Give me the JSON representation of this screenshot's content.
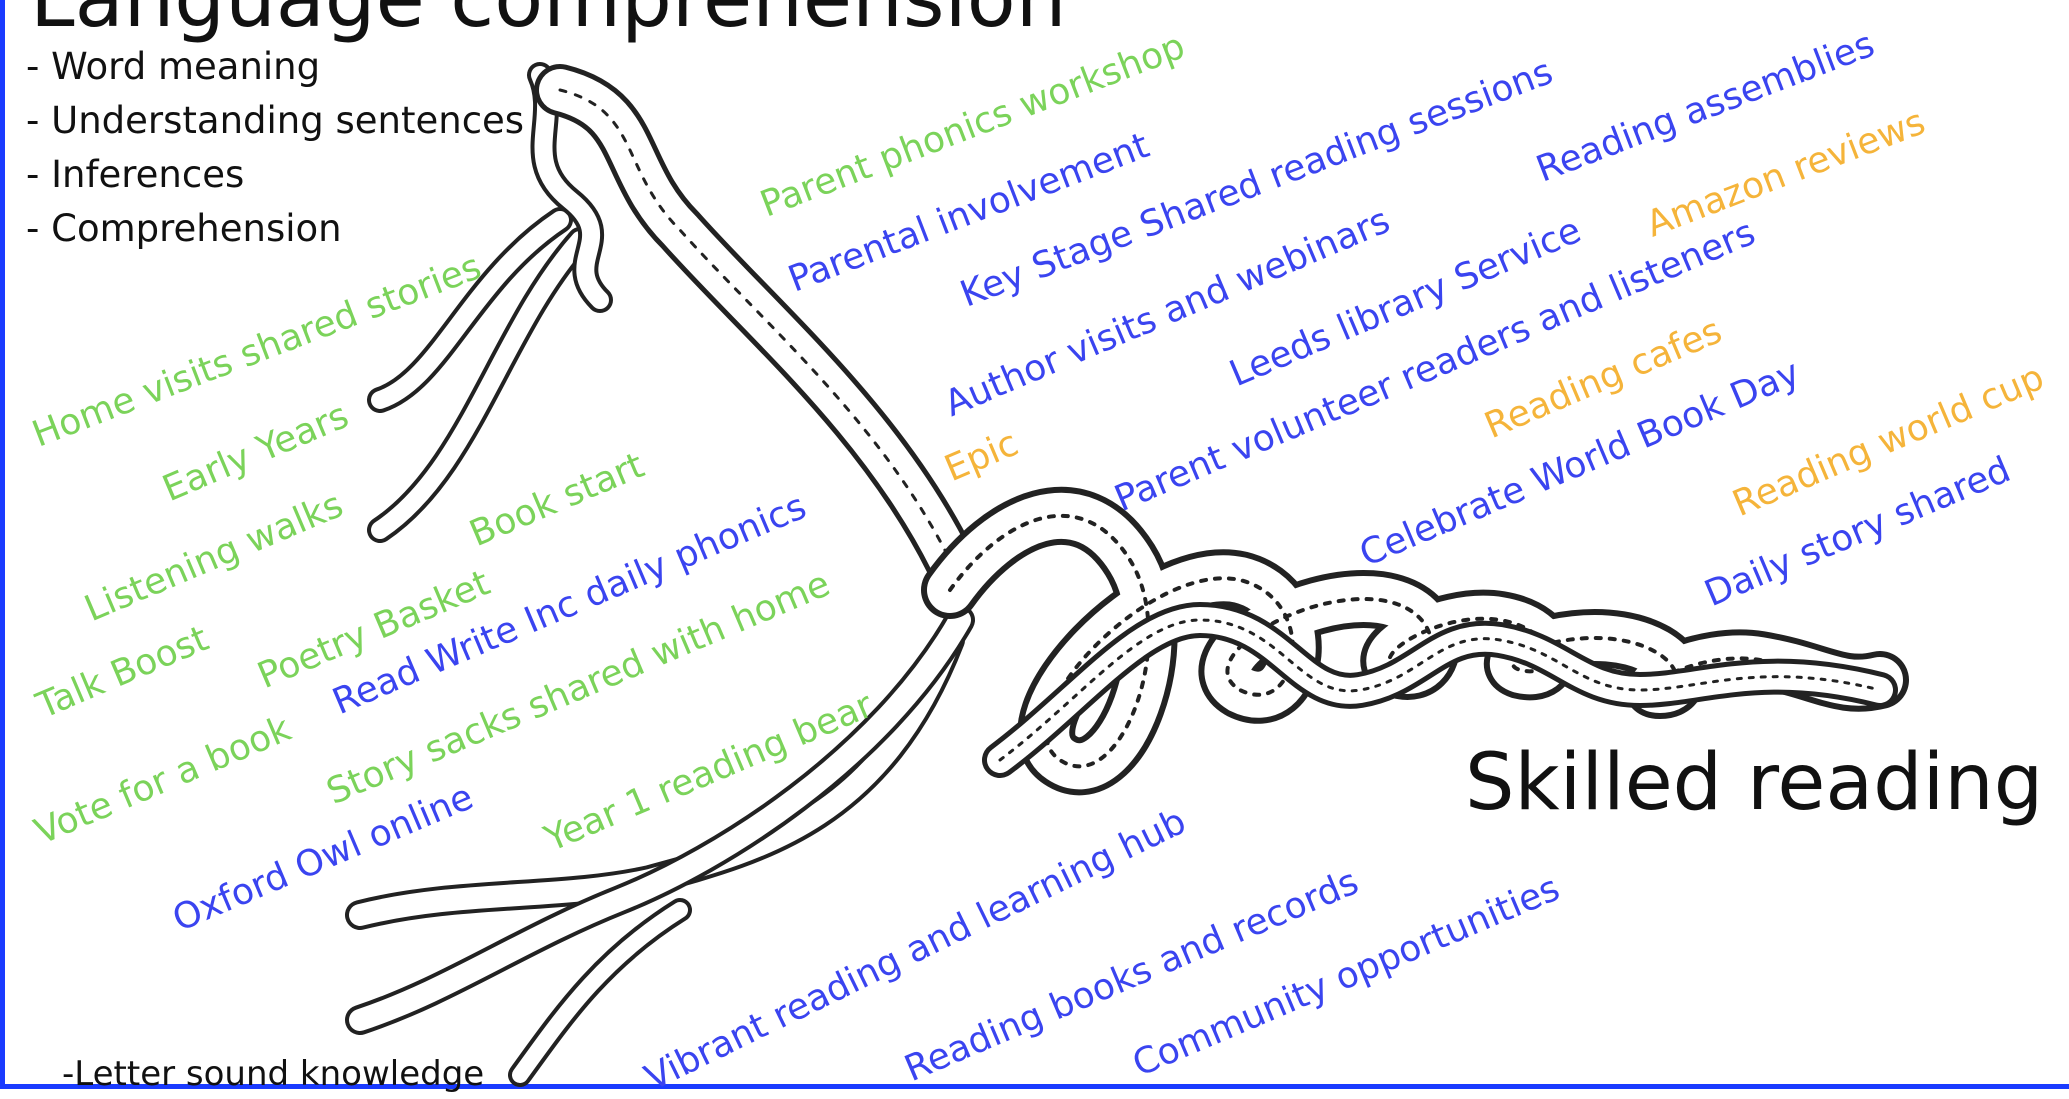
{
  "colors": {
    "green": "#7bd35a",
    "blue": "#3a44f0",
    "orange": "#f5b43a",
    "frame": "#1a3bff"
  },
  "title": "Language comprehension",
  "bullets": [
    "- Word meaning",
    "- Understanding sentences",
    "- Inferences",
    "- Comprehension"
  ],
  "bottom_text": "-Letter sound knowledge",
  "skilled_reading": "Skilled reading",
  "labels": {
    "home_visits": "Home visits shared stories",
    "early_years": "Early Years",
    "listening_walks": "Listening walks",
    "book_start": "Book start",
    "talk_boost": "Talk Boost",
    "poetry_basket": "Poetry Basket",
    "read_write_inc": "Read Write Inc daily phonics",
    "vote_for_a_book": "Vote for a book",
    "story_sacks": "Story sacks shared with home",
    "year1_bear": "Year 1 reading bear",
    "oxford_owl": "Oxford Owl online",
    "parent_phonics": "Parent phonics workshop",
    "parental_involvement": "Parental  involvement",
    "key_stage": "Key Stage Shared reading sessions",
    "reading_assemblies": "Reading assemblies",
    "amazon_reviews": "Amazon reviews",
    "author_visits": "Author visits and webinars",
    "leeds_library": "Leeds library Service",
    "parent_volunteer": "Parent volunteer readers and listeners",
    "epic": "Epic",
    "reading_cafes": "Reading cafes",
    "celebrate_wbd": "Celebrate World Book Day",
    "reading_world_cup": "Reading world cup",
    "daily_story": "Daily story shared",
    "vibrant_reading": "Vibrant reading and learning hub",
    "reading_books": "Reading books and records",
    "community": "Community opportunities"
  }
}
